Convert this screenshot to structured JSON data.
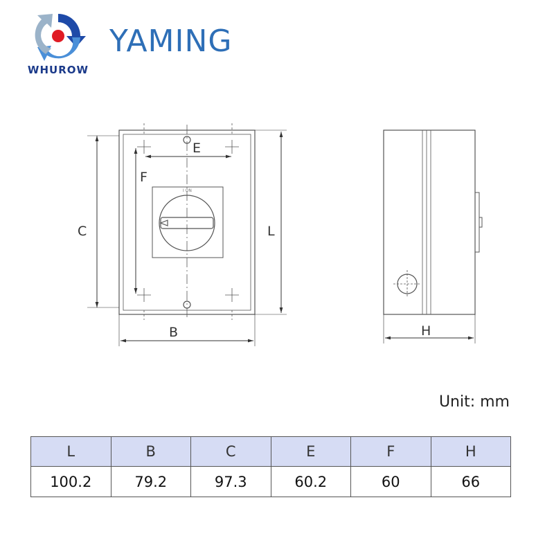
{
  "logo": {
    "name": "WHUROW",
    "icon": "circular-arrows-logo"
  },
  "brand": "YAMING",
  "drawing": {
    "front_labels": {
      "E": "E",
      "F": "F",
      "C": "C",
      "L": "L",
      "B": "B"
    },
    "side_labels": {
      "H": "H"
    },
    "switch_marking": "I ON"
  },
  "unit": "Unit: mm",
  "table": {
    "headers": [
      "L",
      "B",
      "C",
      "E",
      "F",
      "H"
    ],
    "values": [
      "100.2",
      "79.2",
      "97.3",
      "60.2",
      "60",
      "66"
    ]
  },
  "colors": {
    "brand": "#2e6fb7",
    "logo_text": "#1b3a8a",
    "header_bg": "#d6dcf4",
    "line": "#555555"
  }
}
